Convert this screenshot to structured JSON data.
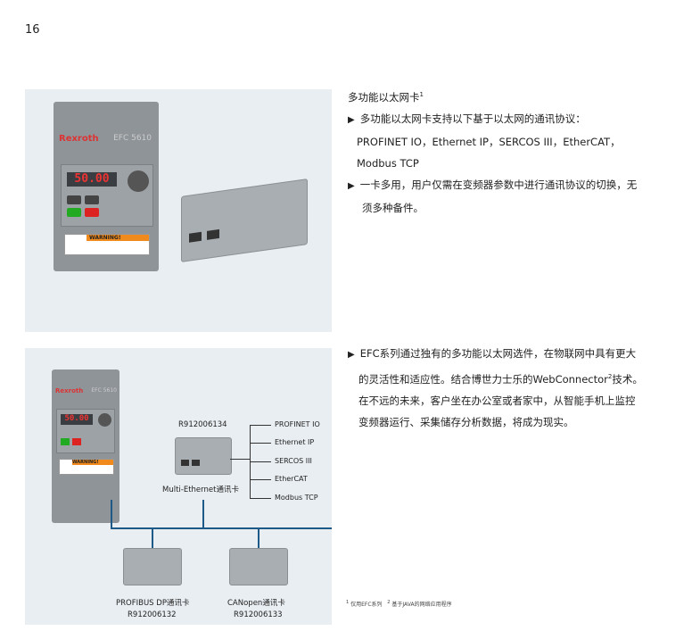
{
  "page_number": "16",
  "section1": {
    "heading": "多功能以太网卡",
    "heading_sup": "1",
    "bullets": [
      {
        "line1": "多功能以太网卡支持以下基于以太网的通讯协议：",
        "line2": "PROFINET IO，Ethernet IP，SERCOS III，EtherCAT，",
        "line3": "Modbus TCP"
      },
      {
        "line1": "一卡多用，用户仅需在变频器参数中进行通讯协议的切换，无",
        "line2": "须多种备件。"
      }
    ]
  },
  "section2": {
    "line1": "EFC系列通过独有的多功能以太网选件，在物联网中具有更大",
    "line2a": "的灵活性和适应性。结合博世力士乐的WebConnector",
    "line2_sup": "2",
    "line2b": "技术。",
    "line3": "在不远的未来，客户坐在办公室或者家中，从智能手机上监控",
    "line4": "变频器运行、采集储存分析数据，将成为现实。"
  },
  "image1": {
    "brand": "Rexroth",
    "model": "EFC 5610",
    "display": "50.00",
    "warning": "WARNING!"
  },
  "diagram": {
    "brand": "Rexroth",
    "model": "EFC 5610",
    "display": "50.00",
    "warning": "WARNING!",
    "multi_card_code": "R912006134",
    "multi_card_label": "Multi-Ethernet通讯卡",
    "protocols": [
      "PROFINET IO",
      "Ethernet IP",
      "SERCOS III",
      "EtherCAT",
      "Modbus TCP"
    ],
    "profibus_label": "PROFIBUS DP通讯卡",
    "profibus_code": "R912006132",
    "canopen_label": "CANopen通讯卡",
    "canopen_code": "R912006133",
    "line_color": "#1d5a88"
  },
  "footnotes": {
    "n1": "1",
    "t1": "仅用EFC系列",
    "n2": "2",
    "t2": "基于JAVA的网络应用程序"
  }
}
